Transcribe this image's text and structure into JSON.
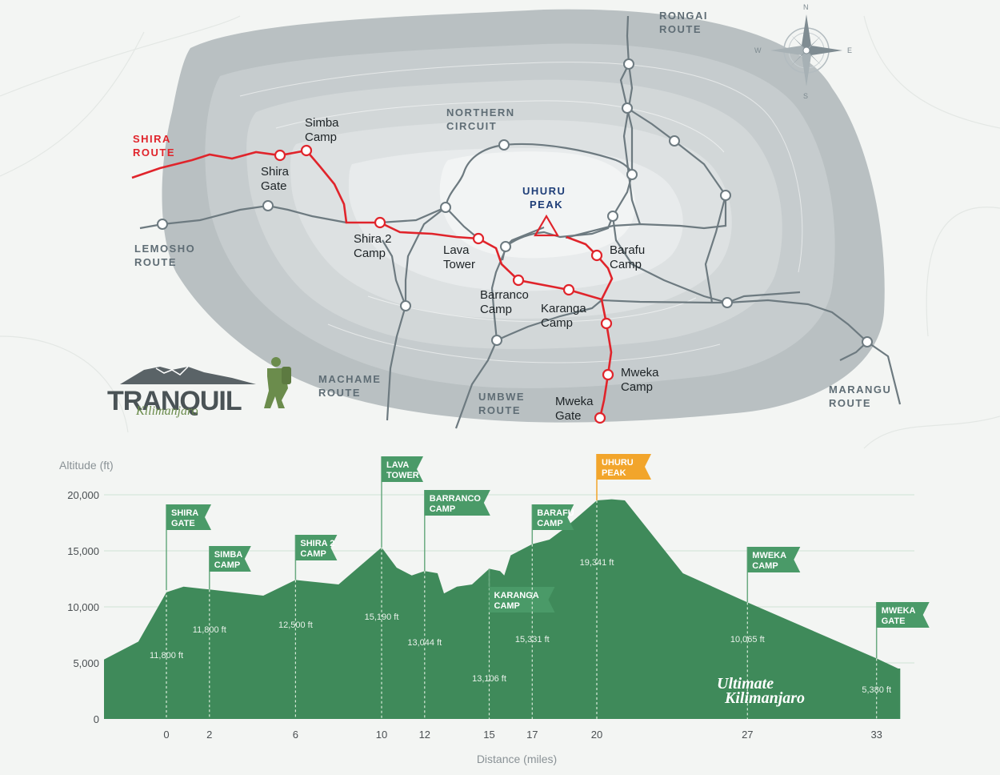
{
  "compass": {
    "n": "N",
    "s": "S",
    "e": "E",
    "w": "W"
  },
  "routes": {
    "shira": [
      "SHIRA",
      "ROUTE"
    ],
    "lemosho": [
      "LEMOSHO",
      "ROUTE"
    ],
    "machame": [
      "MACHAME",
      "ROUTE"
    ],
    "umbwe": [
      "UMBWE",
      "ROUTE"
    ],
    "marangu": [
      "MARANGU",
      "ROUTE"
    ],
    "rongai": [
      "RONGAI",
      "ROUTE"
    ],
    "northern": [
      "NORTHERN",
      "CIRCUIT"
    ]
  },
  "peak_label": [
    "UHURU",
    "PEAK"
  ],
  "camps": {
    "simba": [
      "Simba",
      "Camp"
    ],
    "shira_gate": [
      "Shira",
      "Gate"
    ],
    "shira2": [
      "Shira 2",
      "Camp"
    ],
    "lava": [
      "Lava",
      "Tower"
    ],
    "barranco": [
      "Barranco",
      "Camp"
    ],
    "karanga": [
      "Karanga",
      "Camp"
    ],
    "barafu": [
      "Barafu",
      "Camp"
    ],
    "mweka_camp": [
      "Mweka",
      "Camp"
    ],
    "mweka_gate": [
      "Mweka",
      "Gate"
    ]
  },
  "logo": {
    "main": "TRANQUIL",
    "sub": "Kilimanjaro"
  },
  "brand2": [
    "Ultimate",
    "Kilimanjaro"
  ],
  "colors": {
    "route_red": "#e0242b",
    "profile_green": "#3f8a5a",
    "flag_green": "#4a9a68",
    "peak_orange": "#f2a52b",
    "massif": "#b9c0c2"
  },
  "chart_data": {
    "type": "area",
    "xlabel": "Distance (miles)",
    "ylabel": "Altitude (ft)",
    "ylim": [
      0,
      20000
    ],
    "yticks": [
      "0",
      "5,000",
      "10,000",
      "15,000",
      "20,000"
    ],
    "xticks": [
      0,
      2,
      6,
      10,
      12,
      15,
      17,
      20,
      27,
      33
    ],
    "xtick_labels": [
      "0",
      "2",
      "6",
      "10",
      "12",
      "15",
      "17",
      "20",
      "27",
      "33"
    ],
    "profile": [
      [
        -2.9,
        5300
      ],
      [
        -1.3,
        6900
      ],
      [
        0,
        11300
      ],
      [
        0.8,
        11800
      ],
      [
        2,
        11550
      ],
      [
        4.5,
        11000
      ],
      [
        6,
        12400
      ],
      [
        8,
        12000
      ],
      [
        10,
        15300
      ],
      [
        10.7,
        13500
      ],
      [
        11.4,
        12800
      ],
      [
        12,
        13200
      ],
      [
        12.6,
        13000
      ],
      [
        12.9,
        11200
      ],
      [
        13.5,
        11800
      ],
      [
        14.2,
        12000
      ],
      [
        15,
        13400
      ],
      [
        15.5,
        13200
      ],
      [
        15.7,
        12800
      ],
      [
        16,
        14600
      ],
      [
        17,
        15600
      ],
      [
        17.8,
        16000
      ],
      [
        18.5,
        17000
      ],
      [
        20,
        19500
      ],
      [
        20.7,
        19600
      ],
      [
        21.3,
        19500
      ],
      [
        24,
        13000
      ],
      [
        27,
        10400
      ],
      [
        30,
        7900
      ],
      [
        33,
        5400
      ],
      [
        34,
        4500
      ],
      [
        34.1,
        4500
      ]
    ],
    "stops": [
      {
        "name": [
          "SHIRA",
          "GATE"
        ],
        "x": 0,
        "alt": 11500,
        "label": "11,800 ft"
      },
      {
        "name": [
          "SIMBA",
          "CAMP"
        ],
        "x": 2,
        "alt": 11550,
        "label": "11,800 ft"
      },
      {
        "name": [
          "SHIRA 2",
          "CAMP"
        ],
        "x": 6,
        "alt": 12400,
        "label": "12,500 ft"
      },
      {
        "name": [
          "LAVA",
          "TOWER"
        ],
        "x": 10,
        "alt": 15300,
        "label": "15,190 ft"
      },
      {
        "name": [
          "BARRANCO",
          "CAMP"
        ],
        "x": 12,
        "alt": 13200,
        "label": "13,044 ft"
      },
      {
        "name": [
          "KARANGA",
          "CAMP"
        ],
        "x": 15,
        "alt": 13400,
        "label": "13,106 ft"
      },
      {
        "name": [
          "BARAFU",
          "CAMP"
        ],
        "x": 17,
        "alt": 15600,
        "label": "15,331 ft"
      },
      {
        "name": [
          "UHURU",
          "PEAK"
        ],
        "x": 20,
        "alt": 19500,
        "label": "19,341 ft"
      },
      {
        "name": [
          "MWEKA",
          "CAMP"
        ],
        "x": 27,
        "alt": 10400,
        "label": "10,065 ft"
      },
      {
        "name": [
          "MWEKA",
          "GATE"
        ],
        "x": 33,
        "alt": 5400,
        "label": "5,380 ft"
      }
    ]
  }
}
